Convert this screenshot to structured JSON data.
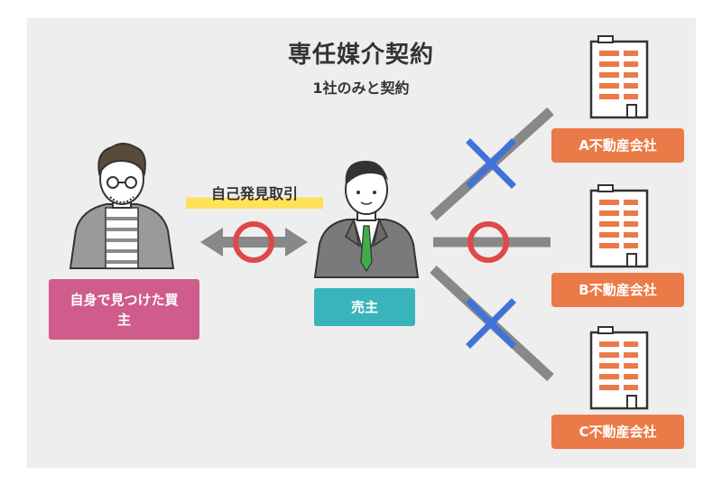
{
  "title": "専任媒介契約",
  "subtitle": "1社のみと契約",
  "self_discovery_label": "自己発見取引",
  "buyer_label": "自身で見つけた買主",
  "seller_label": "売主",
  "companies": [
    {
      "label": "A不動産会社",
      "status": "not-allowed"
    },
    {
      "label": "B不動産会社",
      "status": "allowed"
    },
    {
      "label": "C不動産会社",
      "status": "not-allowed"
    }
  ],
  "colors": {
    "buyer": "#d05c8c",
    "seller": "#3ab4bb",
    "company": "#ea7a47",
    "ok_circle": "#e04848",
    "ng_cross": "#3f73d9",
    "connector": "#888888",
    "highlight": "#ffe15a"
  }
}
